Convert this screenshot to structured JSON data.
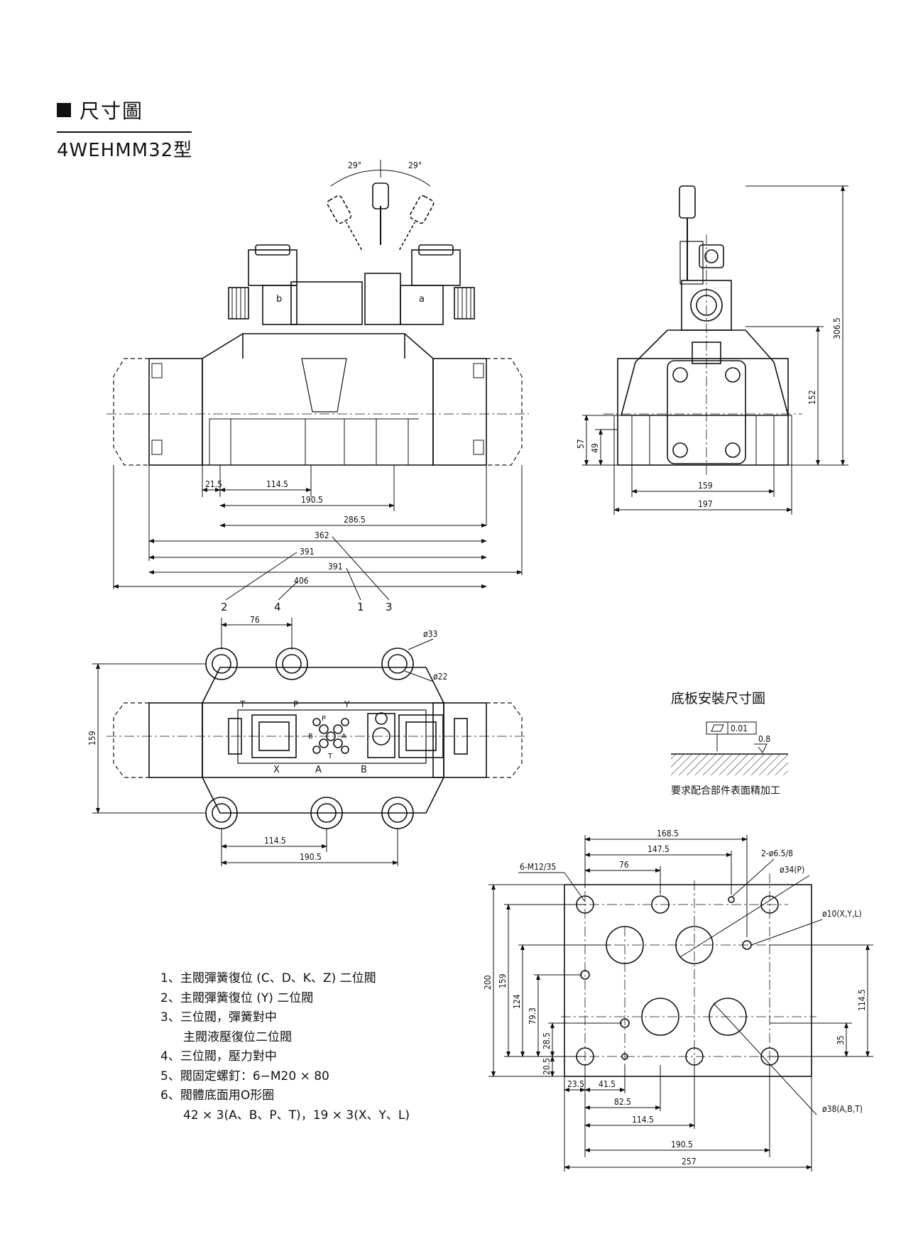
{
  "header": {
    "section_title": "尺寸圖",
    "model": "4WEHMM32型"
  },
  "front_view": {
    "angle_left": "29°",
    "angle_right": "29°",
    "solenoid_b": "b",
    "solenoid_a": "a",
    "dims": [
      "21.5",
      "114.5",
      "190.5",
      "286.5",
      "362",
      "391",
      "391",
      "406"
    ],
    "callouts": [
      "2",
      "4",
      "1",
      "3"
    ]
  },
  "side_view": {
    "dims": [
      "306.5",
      "152",
      "57",
      "49",
      "159",
      "197"
    ]
  },
  "top_view": {
    "dims": [
      "76",
      "ø33",
      "ø22",
      "159",
      "114.5",
      "190.5"
    ],
    "ports_top": [
      "T",
      "P",
      "Y"
    ],
    "ports_bottom": [
      "X",
      "A",
      "B"
    ],
    "center_ports": [
      "P",
      "B",
      "A",
      "T"
    ]
  },
  "surface_note": {
    "title": "底板安裝尺寸圖",
    "flatness": "0.01",
    "roughness": "0.8",
    "text": "要求配合部件表面精加工"
  },
  "base_plate": {
    "dims_top": [
      "168.5",
      "147.5",
      "76"
    ],
    "labels": [
      "6-M12/35",
      "2-ø6.5/8",
      "ø34(P)",
      "ø10(X,Y,L)",
      "ø38(A,B,T)"
    ],
    "dims_left": [
      "200",
      "159",
      "124",
      "79.3",
      "28.5",
      "20.5"
    ],
    "dims_right": [
      "114.5",
      "35"
    ],
    "dims_bottom": [
      "23.5",
      "41.5",
      "82.5",
      "114.5",
      "190.5",
      "257"
    ]
  },
  "notes": [
    "1、主閥彈簧復位 (C、D、K、Z) 二位閥",
    "2、主閥彈簧復位 (Y) 二位閥",
    "3、三位閥，彈簧對中",
    "主閥液壓復位二位閥",
    "4、三位閥，壓力對中",
    "5、閥固定螺釘：6−M20 × 80",
    "6、閥體底面用O形圈",
    "42 × 3(A、B、P、T)，19 × 3(X、Y、L)"
  ]
}
